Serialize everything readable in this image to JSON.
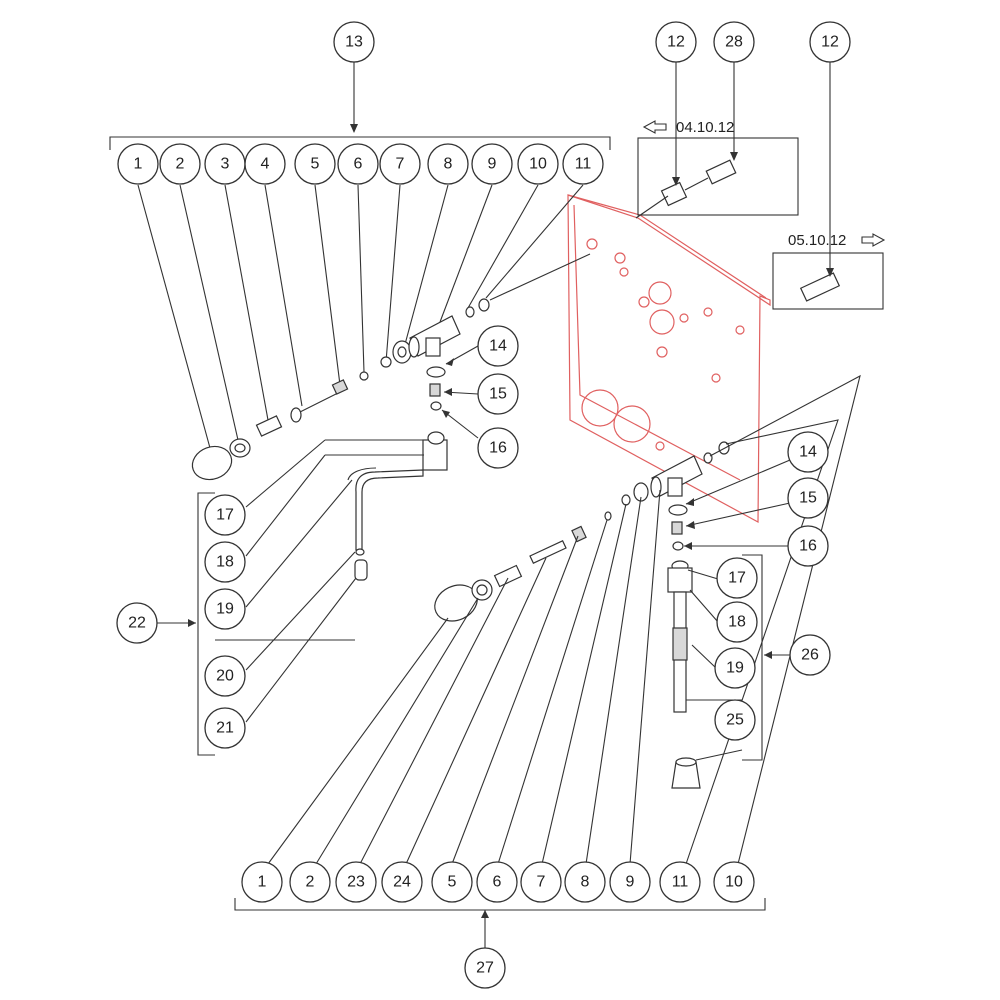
{
  "callouts": {
    "top_group": {
      "number": "13",
      "parts": [
        "1",
        "2",
        "3",
        "4",
        "5",
        "6",
        "7",
        "8",
        "9",
        "10",
        "11"
      ]
    },
    "left_extra": [
      "14",
      "15",
      "16"
    ],
    "left_wand_group": {
      "number": "22",
      "parts": [
        "17",
        "18",
        "19",
        "20",
        "21"
      ]
    },
    "right_extra": [
      "14",
      "15",
      "16"
    ],
    "right_wand_group": {
      "number": "26",
      "parts": [
        "17",
        "18",
        "19",
        "25"
      ]
    },
    "bottom_group": {
      "number": "27",
      "parts": [
        "1",
        "2",
        "23",
        "24",
        "5",
        "6",
        "7",
        "8",
        "9",
        "11",
        "10"
      ]
    },
    "inset_top": {
      "ref": "04.10.12",
      "parts": [
        "12",
        "28"
      ]
    },
    "inset_right": {
      "ref": "05.10.12",
      "parts": [
        "12"
      ]
    }
  },
  "colors": {
    "line": "#333333",
    "panel": "#e06060",
    "fill": "#ffffff"
  }
}
